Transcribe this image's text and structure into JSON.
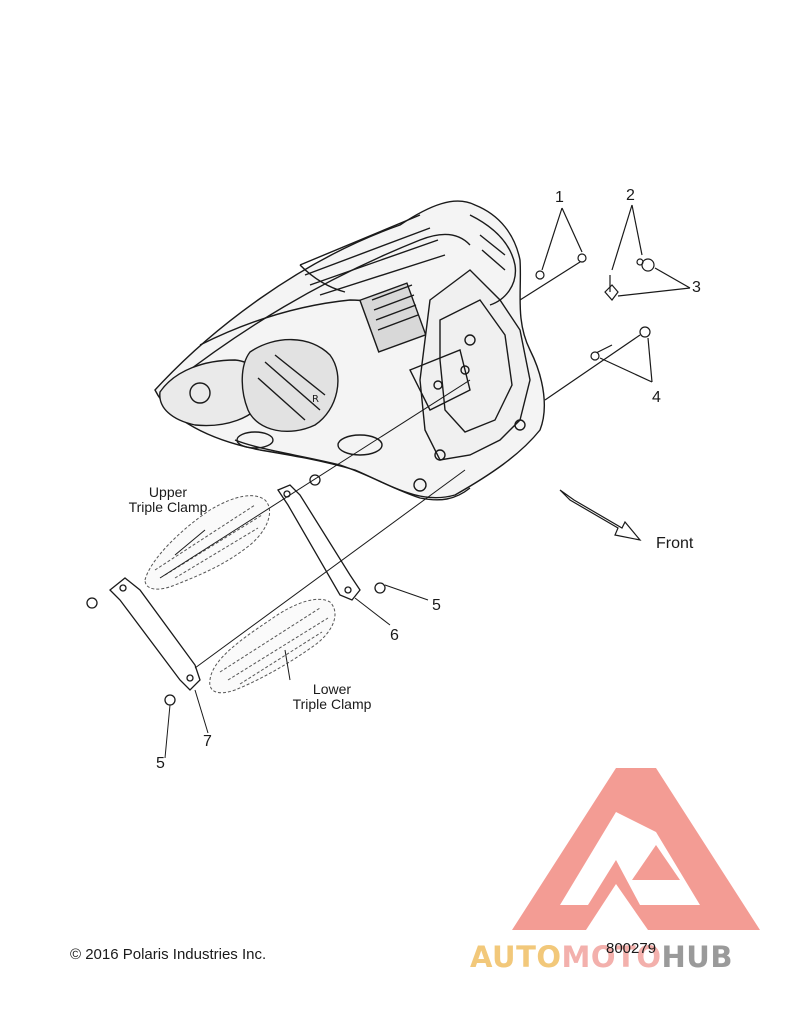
{
  "callouts": {
    "c1": "1",
    "c2": "2",
    "c3": "3",
    "c4": "4",
    "c5a": "5",
    "c5b": "5",
    "c6": "6",
    "c7": "7"
  },
  "labels": {
    "upper_clamp_line1": "Upper",
    "upper_clamp_line2": "Triple Clamp",
    "lower_clamp_line1": "Lower",
    "lower_clamp_line2": "Triple Clamp",
    "front": "Front"
  },
  "footer": {
    "copyright": "© 2016 Polaris Industries Inc.",
    "part_number": "800279"
  },
  "watermark": {
    "part1": "AUTO",
    "part2": "MOTO",
    "part3": "HUB"
  },
  "colors": {
    "line": "#1a1a1a",
    "watermark_red": "#f28b82",
    "watermark_orange": "#f2c87a",
    "watermark_gray": "#9a9a9a"
  }
}
